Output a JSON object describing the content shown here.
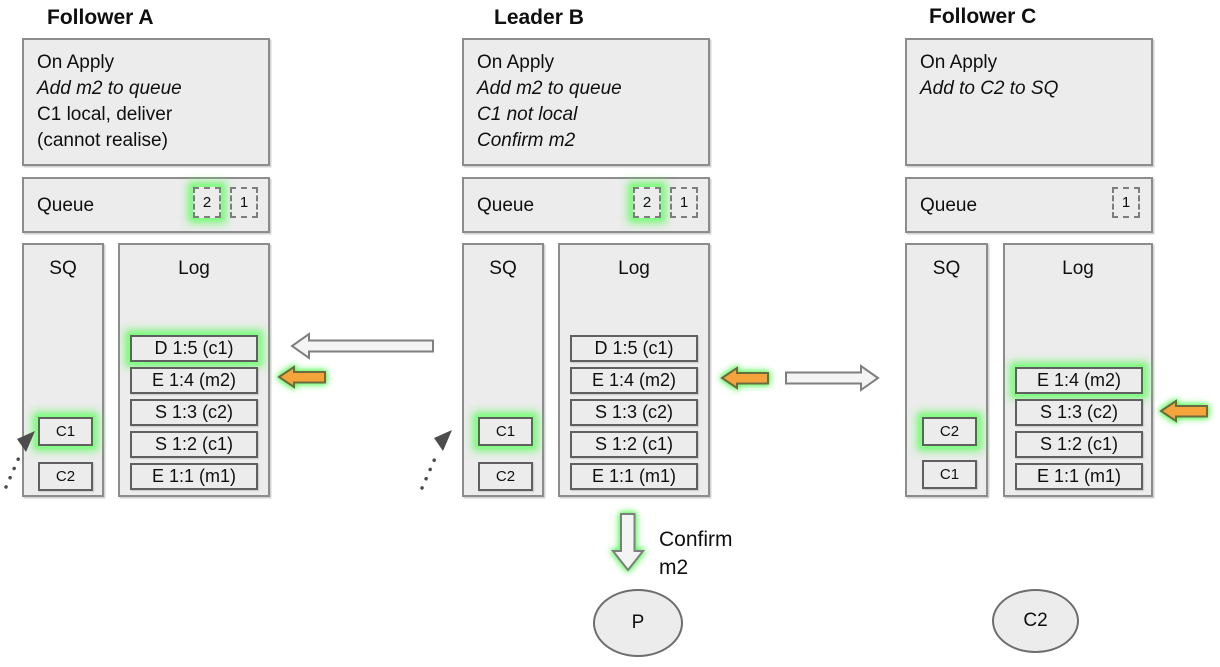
{
  "nodes": {
    "follower_a": {
      "title": "Follower A",
      "on_apply": [
        "On Apply",
        "Add m2 to queue",
        "C1 local, deliver",
        "(cannot realise)"
      ],
      "queue_label": "Queue",
      "queue_items": [
        {
          "value": "2",
          "highlighted": true
        },
        {
          "value": "1",
          "highlighted": false
        }
      ],
      "sq_label": "SQ",
      "sq_items": [
        {
          "value": "C1",
          "highlighted": true
        },
        {
          "value": "C2",
          "highlighted": false
        }
      ],
      "log_label": "Log",
      "log_entries": [
        {
          "text": "D 1:5 (c1)",
          "highlighted": true
        },
        {
          "text": "E 1:4 (m2)",
          "highlighted": false
        },
        {
          "text": "S 1:3 (c2)",
          "highlighted": false
        },
        {
          "text": "S 1:2 (c1)",
          "highlighted": false
        },
        {
          "text": "E 1:1 (m1)",
          "highlighted": false
        }
      ]
    },
    "leader_b": {
      "title": "Leader B",
      "on_apply": [
        "On Apply",
        "Add m2 to queue",
        "C1 not local",
        "Confirm m2"
      ],
      "queue_label": "Queue",
      "queue_items": [
        {
          "value": "2",
          "highlighted": true
        },
        {
          "value": "1",
          "highlighted": false
        }
      ],
      "sq_label": "SQ",
      "sq_items": [
        {
          "value": "C1",
          "highlighted": true
        },
        {
          "value": "C2",
          "highlighted": false
        }
      ],
      "log_label": "Log",
      "log_entries": [
        {
          "text": "D 1:5 (c1)",
          "highlighted": false
        },
        {
          "text": "E 1:4 (m2)",
          "highlighted": false
        },
        {
          "text": "S 1:3 (c2)",
          "highlighted": false
        },
        {
          "text": "S 1:2 (c1)",
          "highlighted": false
        },
        {
          "text": "E 1:1 (m1)",
          "highlighted": false
        }
      ]
    },
    "follower_c": {
      "title": "Follower C",
      "on_apply": [
        "On Apply",
        "Add to C2 to SQ"
      ],
      "queue_label": "Queue",
      "queue_items": [
        {
          "value": "1",
          "highlighted": false
        }
      ],
      "sq_label": "SQ",
      "sq_items": [
        {
          "value": "C2",
          "highlighted": true
        },
        {
          "value": "C1",
          "highlighted": false
        }
      ],
      "log_label": "Log",
      "log_entries": [
        {
          "text": "E 1:4 (m2)",
          "highlighted": true
        },
        {
          "text": "S 1:3 (c2)",
          "highlighted": false
        },
        {
          "text": "S 1:2 (c1)",
          "highlighted": false
        },
        {
          "text": "E 1:1 (m1)",
          "highlighted": false
        }
      ]
    },
    "process_p": "P",
    "client_c2": "C2"
  },
  "annotations": {
    "confirm": [
      "Confirm",
      "m2"
    ]
  },
  "colors": {
    "highlight_glow": "#62f962",
    "arrow_orange": "#f5a43c",
    "box_fill": "#ececec",
    "box_border": "#8c8c8c"
  }
}
